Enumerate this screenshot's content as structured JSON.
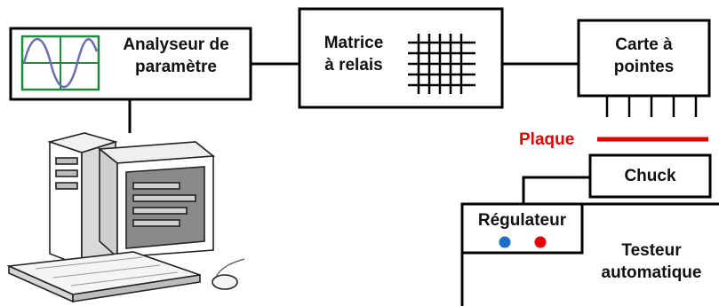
{
  "blocks": {
    "analyzer": {
      "line1": "Analyseur de",
      "line2": "paramètre"
    },
    "matrix": {
      "line1": "Matrice",
      "line2": "à relais"
    },
    "probe_card": {
      "line1": "Carte à",
      "line2": "pointes"
    },
    "plate": {
      "label": "Plaque"
    },
    "chuck": {
      "label": "Chuck"
    },
    "regulator": {
      "label": "Régulateur"
    },
    "tester": {
      "line1": "Testeur",
      "line2": "automatique"
    }
  },
  "colors": {
    "plate": "#e00000",
    "regulator_dot_blue": "#1f6fc5",
    "regulator_dot_red": "#e00000",
    "scope_screen": "#1f8a3a",
    "scope_trace": "#6a6faf",
    "pc_panel": "#8a8a8a"
  },
  "icons": [
    "oscilloscope-icon",
    "relay-matrix-grid-icon",
    "computer-icon"
  ]
}
